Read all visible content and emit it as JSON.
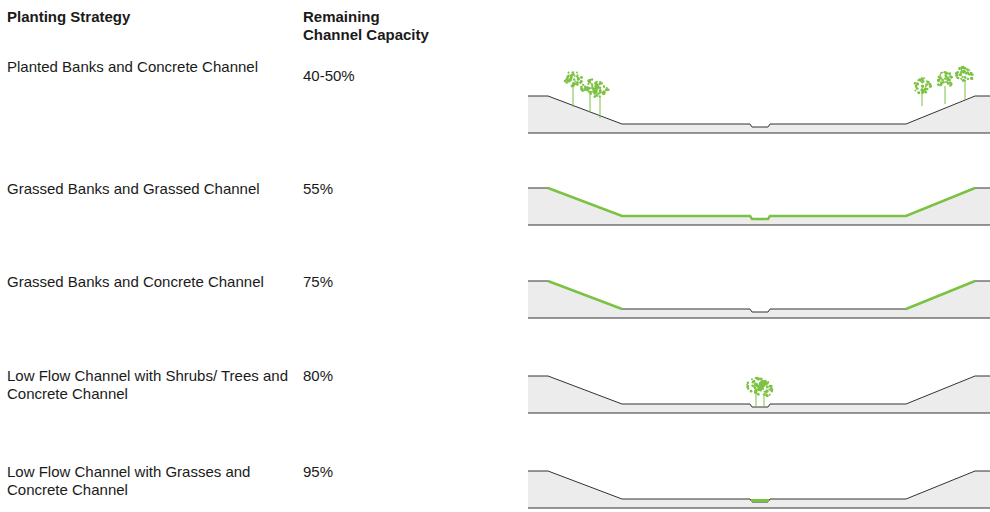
{
  "diagram": {
    "labels": [
      "Planting Strategy",
      "Remaining Channel Capacity",
      "Planted Banks and Concrete Channel",
      "40-50%",
      "Grassed Banks and Grassed Channel",
      "55%",
      "Grassed Banks and Concrete Channel",
      "75%",
      "Low Flow Channel with Shrubs/ Trees and Concrete Channel",
      "80%",
      "Low Flow Channel with Grasses and Concrete Channel",
      "95%"
    ]
  }
}
